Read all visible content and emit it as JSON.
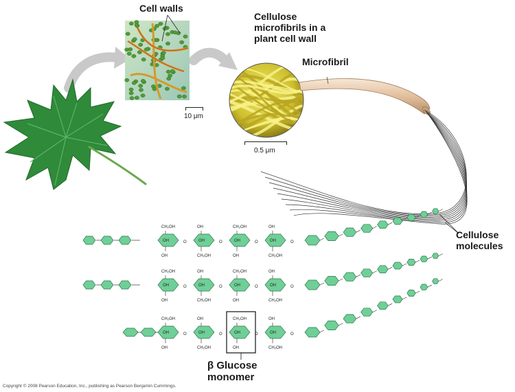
{
  "labels": {
    "cell_walls": "Cell walls",
    "cellulose_microfibrils": "Cellulose microfibrils in a plant cell wall",
    "microfibril": "Microfibril",
    "cellulose_molecules": "Cellulose molecules",
    "beta_glucose": "β Glucose monomer"
  },
  "scale_bars": {
    "cell_micrograph": "10 μm",
    "microfibril_micrograph": "0.5 μm"
  },
  "ring_substituents": {
    "ch2oh": "CH₂OH",
    "oh": "OH",
    "o": "O"
  },
  "copyright": "Copyright © 2008 Pearson Education, Inc., publishing as Pearson Benjamin Cummings.",
  "colors": {
    "ring_fill": "#6fcf97",
    "leaf": "#2f8a3a",
    "fibril_tube": "#e8c9a8",
    "micrograph_yellow": "#e4dc3a"
  }
}
